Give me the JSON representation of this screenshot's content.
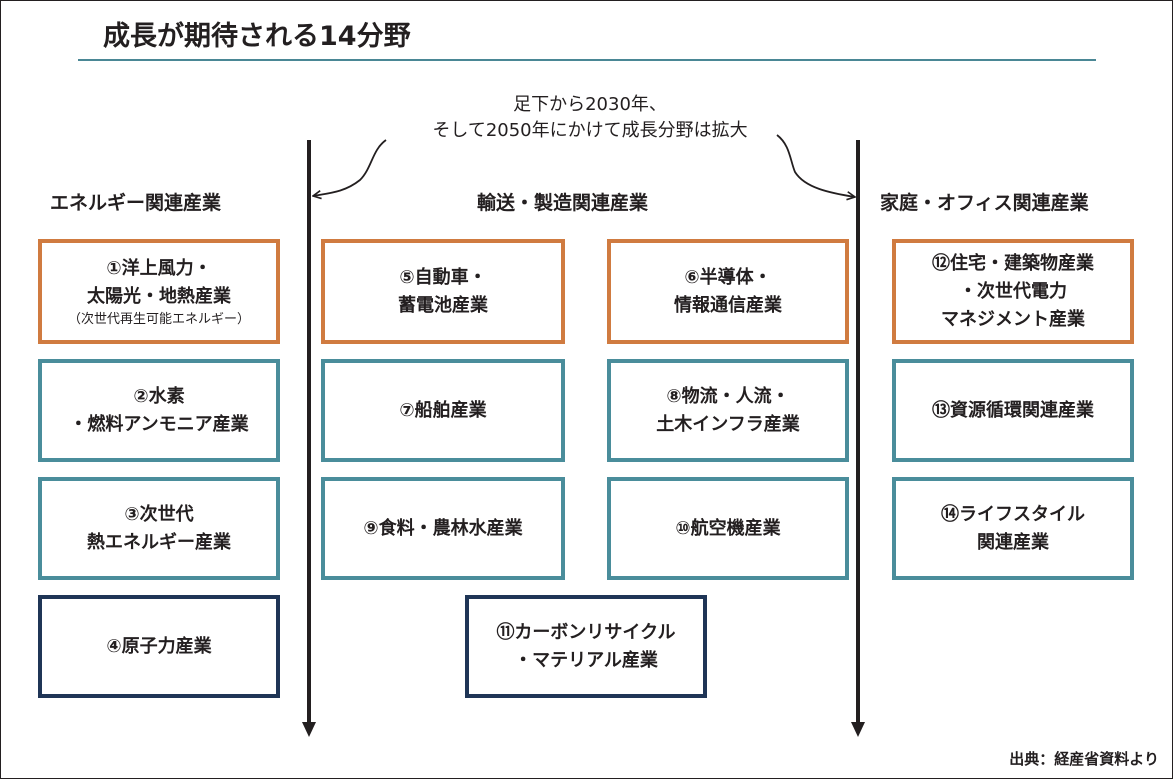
{
  "title": "成長が期待される14分野",
  "lead": {
    "line1": "足下から2030年、",
    "line2": "そして2050年にかけて成長分野は拡大"
  },
  "sections": {
    "energy": "エネルギー関連産業",
    "transport": "輸送・製造関連産業",
    "home_office": "家庭・オフィス関連産業"
  },
  "colors": {
    "orange": "#d07b40",
    "teal": "#4a8d9b",
    "navy": "#1f3556",
    "underline": "#4a8795",
    "text": "#231f20"
  },
  "fields": [
    {
      "id": 1,
      "category": "orange",
      "lines": [
        "①洋上風力・",
        "太陽光・地熱産業"
      ],
      "note": "（次世代再生可能エネルギー）"
    },
    {
      "id": 2,
      "category": "teal",
      "lines": [
        "②水素",
        "・燃料アンモニア産業"
      ]
    },
    {
      "id": 3,
      "category": "teal",
      "lines": [
        "③次世代",
        "熱エネルギー産業"
      ]
    },
    {
      "id": 4,
      "category": "navy",
      "lines": [
        "④原子力産業"
      ]
    },
    {
      "id": 5,
      "category": "orange",
      "lines": [
        "⑤自動車・",
        "蓄電池産業"
      ]
    },
    {
      "id": 6,
      "category": "orange",
      "lines": [
        "⑥半導体・",
        "情報通信産業"
      ]
    },
    {
      "id": 7,
      "category": "teal",
      "lines": [
        "⑦船舶産業"
      ]
    },
    {
      "id": 8,
      "category": "teal",
      "lines": [
        "⑧物流・人流・",
        "土木インフラ産業"
      ]
    },
    {
      "id": 9,
      "category": "teal",
      "lines": [
        "⑨食料・農林水産業"
      ]
    },
    {
      "id": 10,
      "category": "teal",
      "lines": [
        "⑩航空機産業"
      ]
    },
    {
      "id": 11,
      "category": "navy",
      "lines": [
        "⑪カーボンリサイクル",
        "・マテリアル産業"
      ]
    },
    {
      "id": 12,
      "category": "orange",
      "lines": [
        "⑫住宅・建築物産業",
        "・次世代電力",
        "マネジメント産業"
      ]
    },
    {
      "id": 13,
      "category": "teal",
      "lines": [
        "⑬資源循環関連産業"
      ]
    },
    {
      "id": 14,
      "category": "teal",
      "lines": [
        "⑭ライフスタイル",
        "関連産業"
      ]
    }
  ],
  "source": "出典：経産省資料より"
}
